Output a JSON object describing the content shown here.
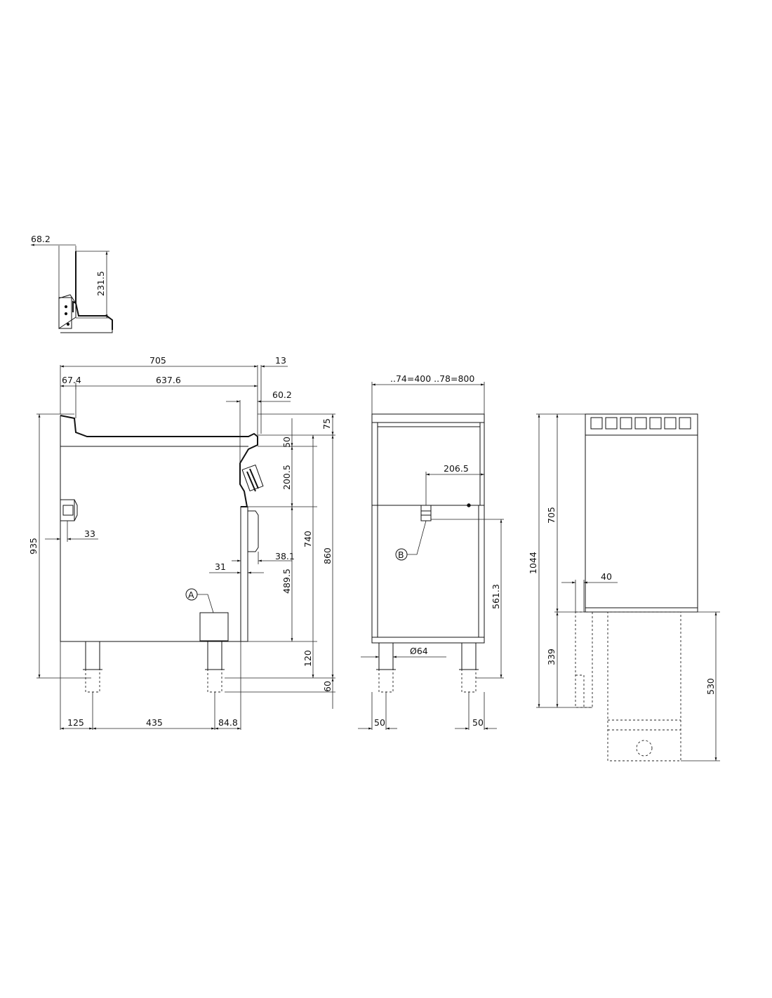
{
  "drawing": {
    "detail": {
      "width_label": "68.2",
      "height_label": "231.5"
    },
    "side_view": {
      "overall_depth": "705",
      "overhang": "13",
      "rear_offset": "67.4",
      "top_depth": "637.6",
      "panel_offset": "60.2",
      "overall_height": "935",
      "top_thickness": "75",
      "control_top": "50",
      "control_panel": "200.5",
      "height_740": "740",
      "height_860": "860",
      "door_height": "489.5",
      "plinth": "120",
      "foot": "60",
      "inlet_offset": "33",
      "door_gap": "31",
      "handle_depth": "38.1",
      "leg_rear": "125",
      "leg_spacing": "435",
      "leg_front": "84.8",
      "marker_a": "A"
    },
    "front_view": {
      "widths": "..74=400  ..78=800",
      "connection_offset": "206.5",
      "connection_height": "561.3",
      "foot_diameter": "Ø64",
      "leg_left": "50",
      "leg_right": "50",
      "marker_b": "B"
    },
    "back_view": {
      "upper_height": "705",
      "total_height": "1044",
      "lower_height": "339",
      "offset": "40",
      "depth_below": "530"
    }
  }
}
